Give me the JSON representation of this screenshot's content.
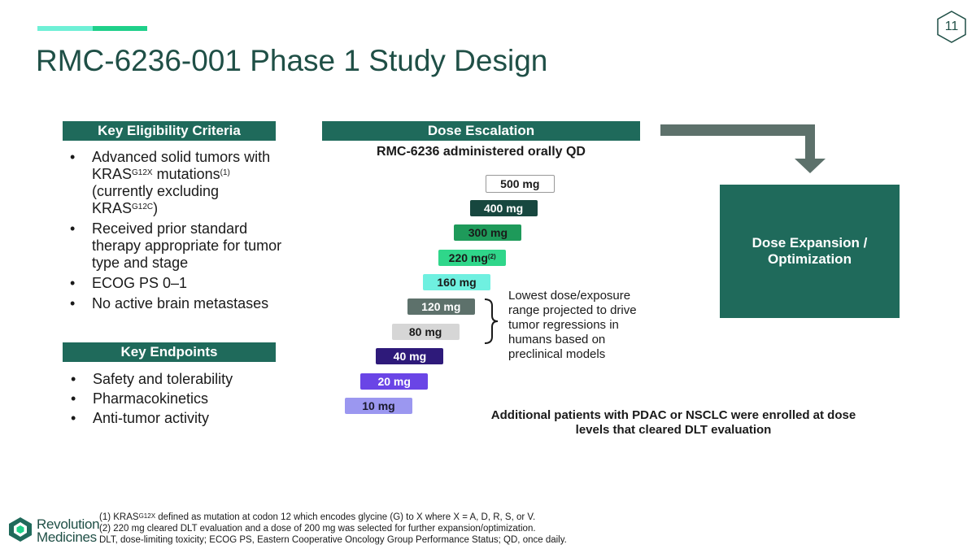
{
  "page": {
    "title": "RMC-6236-001 Phase 1 Study Design",
    "page_number": "11"
  },
  "eligibility": {
    "header": "Key Eligibility Criteria",
    "item1": {
      "a": "Advanced solid tumors with KRAS",
      "sup1": "G12X",
      "b": " mutations",
      "sup2": "(1)",
      "c": " (currently excluding KRAS",
      "sup3": "G12C",
      "d": ")"
    },
    "item2": "Received prior standard therapy appropriate for tumor type and stage",
    "item3": "ECOG PS 0–1",
    "item4": "No active brain metastases"
  },
  "endpoints": {
    "header": "Key Endpoints",
    "items": [
      "Safety and tolerability",
      "Pharmacokinetics",
      "Anti-tumor activity"
    ]
  },
  "dose_escalation": {
    "header": "Dose Escalation",
    "subtitle": "RMC-6236 administered orally QD",
    "steps": [
      {
        "label": "10 mg",
        "bg": "#9b97f0",
        "fg": "#1a1a2e"
      },
      {
        "label": "20 mg",
        "bg": "#6a45e6",
        "fg": "#ffffff"
      },
      {
        "label": "40 mg",
        "bg": "#2e1a7a",
        "fg": "#ffffff"
      },
      {
        "label": "80 mg",
        "bg": "#d6d6d6",
        "fg": "#1a1a1a"
      },
      {
        "label": "120 mg",
        "bg": "#5d716b",
        "fg": "#ffffff"
      },
      {
        "label": "160 mg",
        "bg": "#6ff0e0",
        "fg": "#1a1a1a"
      },
      {
        "label": "220 mg",
        "sup": "(2)",
        "bg": "#2fd68a",
        "fg": "#1a1a1a"
      },
      {
        "label": "300 mg",
        "bg": "#1e9a5a",
        "fg": "#1a1a1a"
      },
      {
        "label": "400 mg",
        "bg": "#17473f",
        "fg": "#ffffff"
      },
      {
        "label": "500 mg",
        "bg": "#ffffff",
        "fg": "#1a1a1a",
        "border": "#999999"
      }
    ],
    "lowest_note": "Lowest dose/exposure range projected to drive tumor regressions in humans based on preclinical models"
  },
  "expansion": {
    "label": "Dose Expansion / Optimization"
  },
  "additional_note": "Additional patients with PDAC or NSCLC were enrolled at dose levels that cleared DLT evaluation",
  "footnotes": {
    "f1_a": "(1) KRAS",
    "f1_sup": "G12X",
    "f1_b": " defined as mutation at codon 12 which encodes glycine (G) to X where X = A, D, R, S, or V.",
    "f2": "(2) 220 mg cleared DLT evaluation and a dose of 200 mg was selected for further expansion/optimization.",
    "f3": "DLT, dose-limiting toxicity; ECOG PS, Eastern Cooperative Oncology Group Performance Status; QD, once daily."
  },
  "logo": {
    "line1": "Revolution",
    "line2": "Medicines"
  },
  "colors": {
    "brand_green": "#1f6a5b",
    "title_color": "#1f4f46",
    "accent_mint": "#6ff0d6",
    "accent_green": "#1fd08a",
    "arrow_gray": "#5d716b"
  }
}
